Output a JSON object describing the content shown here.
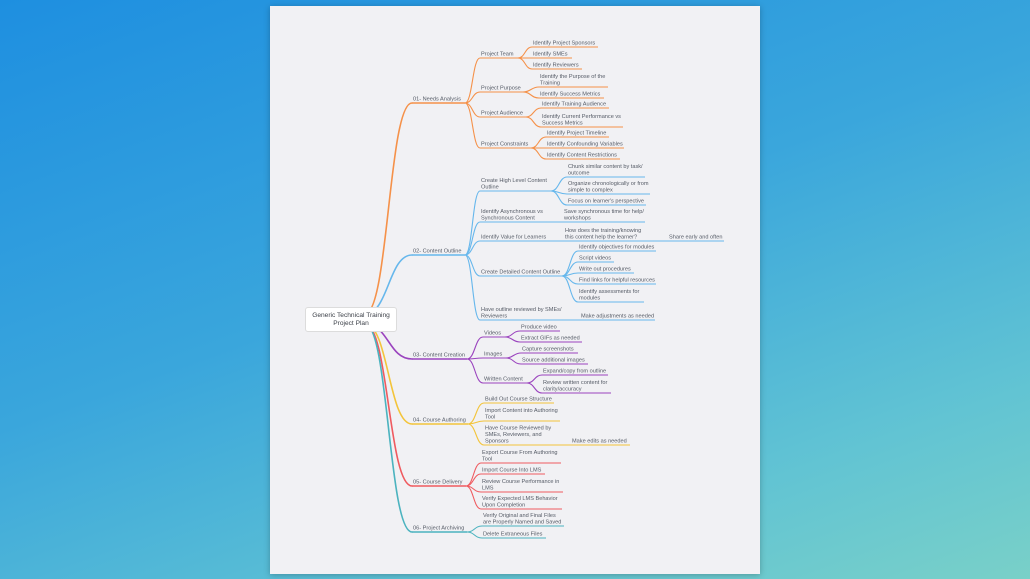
{
  "mindmap": {
    "root": {
      "line1": "Generic Technical Training",
      "line2": "Project Plan"
    },
    "colors": {
      "needs": "#f59149",
      "outline": "#66b7ec",
      "creation": "#9a43be",
      "authoring": "#f3c43a",
      "delivery": "#ef5a5f",
      "archiving": "#4bb3bf"
    },
    "nodes": {
      "needs": "01- Needs Analysis",
      "team": "Project Team",
      "team_1": "Identify Project Sponsors",
      "team_2": "Identify SMEs",
      "team_3": "Identify Reviewers",
      "purpose": "Project Purpose",
      "purpose_1a": "Identify the Purpose of the",
      "purpose_1b": "Training",
      "purpose_2": "Identify Success Metrics",
      "audience": "Project Audience",
      "audience_1": "Identify Training Audience",
      "audience_2a": "Identify Current Performance vs",
      "audience_2b": "Success Metrics",
      "constraints": "Project Constraints",
      "constraints_1": "Identify Project Timeline",
      "constraints_2": "Identify Confounding Variables",
      "constraints_3": "Identify Content Restrictions",
      "outline": "02- Content Outline",
      "hl_a": "Create High Level Content",
      "hl_b": "Outline",
      "hl_1a": "Chunk similar content by task/",
      "hl_1b": "outcome",
      "hl_2a": "Organize chronologically or from",
      "hl_2b": "simple to complex",
      "hl_3": "Focus on learner's perspective",
      "async_a": "Identify Asynchronous vs",
      "async_b": "Synchronous Content",
      "async_1a": "Save synchronous time for help/",
      "async_1b": "workshops",
      "value": "Identify Value for Learners",
      "value_1a": "How does the training/knowing",
      "value_1b": "this content help the learner?",
      "value_2": "Share early and often",
      "detailed": "Create Detailed Content Outline",
      "detailed_1": "Identify objectives for modules",
      "detailed_2": "Script videos",
      "detailed_3": "Write out procedures",
      "detailed_4": "Find links for helpful resources",
      "detailed_5a": "Identify assessments for",
      "detailed_5b": "modules",
      "review_a": "Have outline reviewed by SMEs/",
      "review_b": "Reviewers",
      "review_1": "Make adjustments as needed",
      "creation": "03- Content Creation",
      "videos": "Videos",
      "videos_1": "Produce video",
      "videos_2": "Extract GIFs as needed",
      "images": "Images",
      "images_1": "Capture screenshots",
      "images_2": "Source additional images",
      "written": "Written Content",
      "written_1": "Expand/copy from outline",
      "written_2a": "Review written content for",
      "written_2b": "clarity/accuracy",
      "authoring": "04- Course Authoring",
      "auth_1": "Build Out Course Structure",
      "auth_2a": "Import Content into Authoring",
      "auth_2b": "Tool",
      "auth_3a": "Have Course Reviewed by",
      "auth_3b": "SMEs, Reviewers, and",
      "auth_3c": "Sponsors",
      "auth_3_1": "Make edits as needed",
      "delivery": "05- Course Delivery",
      "del_1a": "Export Course From Authoring",
      "del_1b": "Tool",
      "del_2": "Import Course Into LMS",
      "del_3a": "Review Course Performance in",
      "del_3b": "LMS",
      "del_4a": "Verify Expected LMS Behavior",
      "del_4b": "Upon Completion",
      "archiving": "06- Project Archiving",
      "arc_1a": "Verify Original and Final Files",
      "arc_1b": "are Properly Named and Saved",
      "arc_2": "Delete Extraneous Files"
    }
  }
}
